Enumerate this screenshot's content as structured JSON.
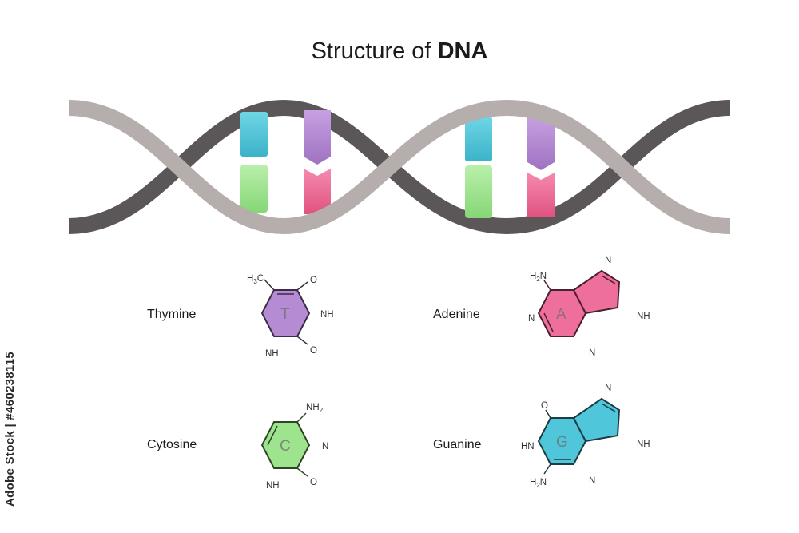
{
  "title": {
    "prefix": "Structure of",
    "emphasis": "DNA"
  },
  "bases": [
    {
      "name": "Thymine",
      "letter": "T",
      "color": "#b58bd3"
    },
    {
      "name": "Adenine",
      "letter": "A",
      "color": "#ee6f9b"
    },
    {
      "name": "Cytosine",
      "letter": "C",
      "color": "#9ee38e"
    },
    {
      "name": "Guanine",
      "letter": "G",
      "color": "#4fc6d9"
    }
  ],
  "atoms": {
    "h": "H",
    "three": "3",
    "c": "C",
    "o": "O",
    "nh": "NH",
    "n": "N",
    "two": "2",
    "hn": "HN"
  },
  "colors": {
    "strand_front": "#b6adad",
    "strand_back": "#5b5758",
    "pair_cyan": "#4fc6d9",
    "pair_purple": "#b58bd3",
    "pair_green": "#9ee38e",
    "pair_pink": "#ee6f9b"
  },
  "watermark": "#460238115"
}
